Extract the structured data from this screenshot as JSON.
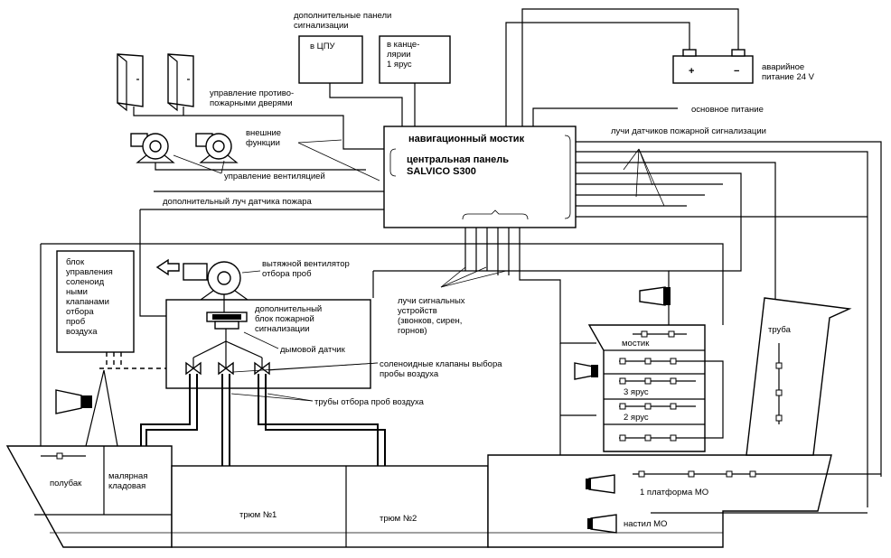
{
  "labels": {
    "extra_panels": [
      "дополнительные панели",
      "сигнализации"
    ],
    "cpu_box": "в ЦПУ",
    "office_box": [
      "в канце-",
      "лярии",
      "1 ярус"
    ],
    "emergency_power": [
      "аварийное",
      "питание 24 V"
    ],
    "battery_plus": "+",
    "battery_minus": "−",
    "main_power": "основное питание",
    "fire_door_control": [
      "управление противо-",
      "пожарными дверями"
    ],
    "external_functions": [
      "внешние",
      "функции"
    ],
    "ventilation_control": "управление вентиляцией",
    "extra_fire_loop": "дополнительный луч датчика пожара",
    "nav_bridge": "навигационный мостик",
    "central_panel": [
      "центральная панель",
      "SALVICO S300"
    ],
    "fire_sensor_loops": "лучи датчиков пожарной сигнализации",
    "solenoid_control_block": [
      "блок",
      "управления",
      "соленоид",
      "ными",
      "клапанами",
      "отбора",
      "проб",
      "воздуха"
    ],
    "exhaust_fan": [
      "вытяжной вентилятор",
      "отбора проб"
    ],
    "extra_fire_panel": [
      "дополнительный",
      "блок пожарной",
      "сигнализации"
    ],
    "signal_loops": [
      "лучи сигнальных",
      "устройств",
      "(звонков, сирен,",
      "горнов)"
    ],
    "smoke_detector": "дымовой датчик",
    "solenoid_valves": [
      "соленоидные клапаны выбора",
      "пробы воздуха"
    ],
    "sampling_pipes": "трубы отбора проб воздуха",
    "bridge": "мостик",
    "funnel": "труба",
    "deck3": "3 ярус",
    "deck2": "2 ярус",
    "forecastle": "полубак",
    "paint_store": [
      "малярная",
      "кладовая"
    ],
    "hold1": "трюм №1",
    "hold2": "трюм №2",
    "er_platform": "1 платформа МО",
    "er_floor": "настил МО"
  }
}
